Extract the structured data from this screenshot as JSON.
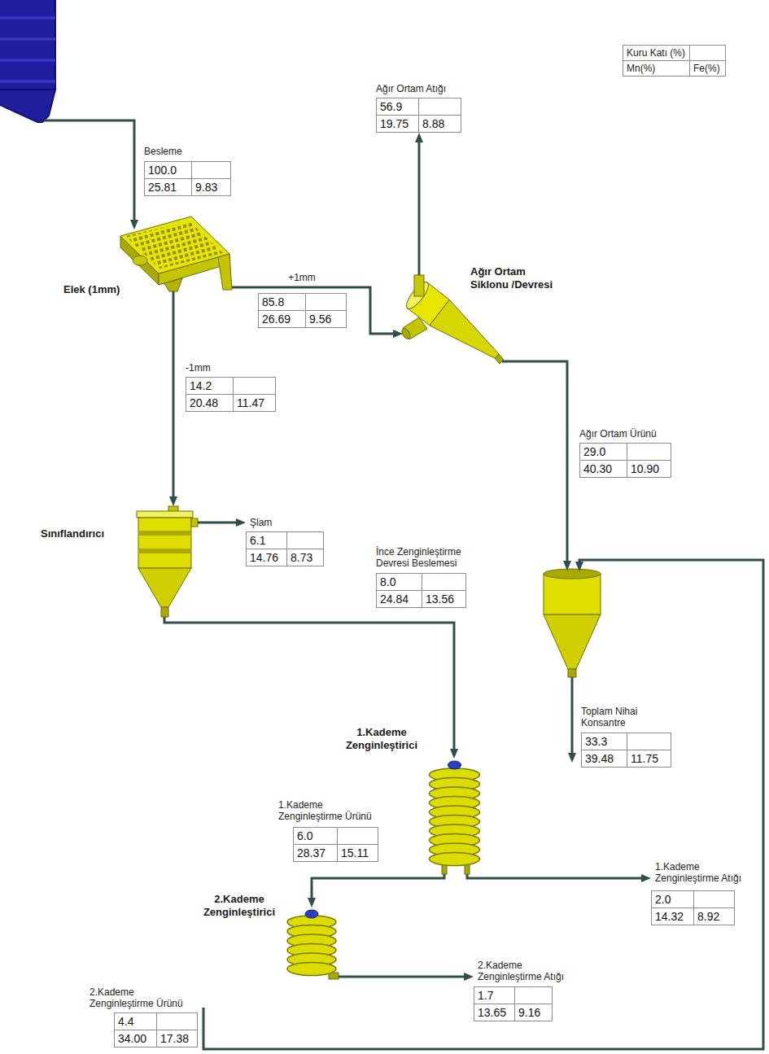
{
  "diagram": {
    "nodes": [
      {
        "text": [
          "Ağır Ortam Atığı",
          "56.9",
          "19.75",
          "8.88"
        ]
      },
      {
        "text": [
          "Besleme",
          "100.0",
          "25.81",
          "9.83"
        ]
      },
      {
        "text": [
          "Elek (1mm)"
        ]
      },
      {
        "text": [
          "Ağır Ortam Siklonu /Devresi"
        ]
      },
      {
        "text": [
          "+1mm",
          "85.8",
          "26.69",
          "9.56"
        ]
      },
      {
        "text": [
          "-1mm",
          "14.2",
          "20.48",
          "11.47"
        ]
      },
      {
        "text": [
          "Ağır Ortam Ürünü",
          "29.0",
          "40.30",
          "10.90"
        ]
      },
      {
        "text": [
          "Sınıflandırıcı"
        ]
      },
      {
        "text": [
          "Şlam",
          "6.1",
          "14.76",
          "8.73"
        ]
      },
      {
        "text": [
          "İnce Zenginleştirme Devresi Beslemesi",
          "8.0",
          "24.84",
          "13.56"
        ]
      },
      {
        "text": [
          "Toplam Nihai Konsantre",
          "33.3",
          "39.48",
          "11.75"
        ]
      },
      {
        "text": [
          "1.Kademe Zenginleştirici"
        ]
      },
      {
        "text": [
          "1.Kademe Zenginleştirme Ürünü",
          "6.0",
          "28.37",
          "15.11"
        ]
      },
      {
        "text": [
          "1.Kademe Zenginleştirme Atığı",
          "2.0",
          "14.32",
          "8.92"
        ]
      },
      {
        "text": [
          "2.Kademe Zenginleştirici"
        ]
      },
      {
        "text": [
          "2.Kademe Zenginleştirme Atığı",
          "1.7",
          "13.65",
          "9.16"
        ]
      },
      {
        "text": [
          "2.Kademe Zenginleştirme Ürünü",
          "4.4",
          "34.00",
          "17.38"
        ]
      }
    ],
    "edges": [
      {
        "from": 2,
        "to": 3,
        "arrow": "to"
      },
      {
        "from": 2,
        "to": 7,
        "arrow": "to"
      },
      {
        "from": 3,
        "to": 0,
        "arrow": "to"
      },
      {
        "from": 7,
        "to": 8,
        "arrow": "to"
      },
      {
        "from": 7,
        "to": 11,
        "arrow": "to"
      },
      {
        "from": 11,
        "to": 14,
        "arrow": "to"
      },
      {
        "from": 11,
        "to": 13,
        "arrow": "to"
      },
      {
        "from": 14,
        "to": 15,
        "arrow": "to"
      }
    ],
    "labels": [
      "Kuru Katı (%)",
      "Mn(%)",
      "Fe(%)"
    ]
  }
}
